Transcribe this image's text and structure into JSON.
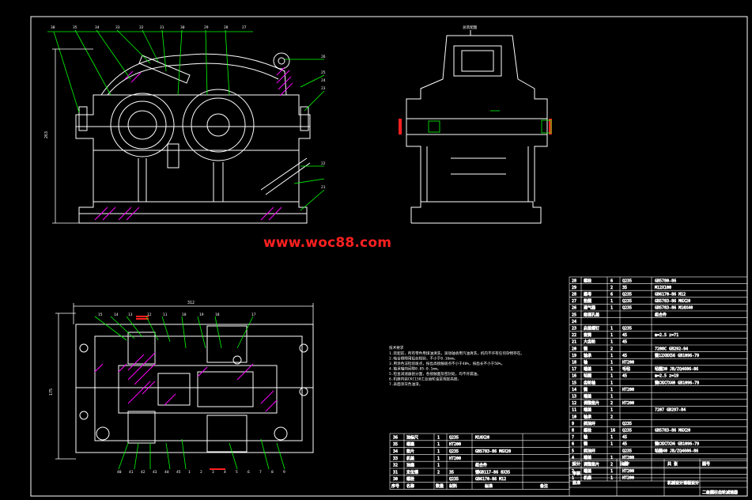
{
  "watermark": "www.woc88.com",
  "colors": {
    "background": "#000000",
    "outline": "#ffffff",
    "annotation": "#00ff00",
    "hatch": "#ff00ff",
    "center": "#ff0000",
    "watermark": "#ff2020"
  },
  "front_view": {
    "leaders": [
      "30",
      "35",
      "34",
      "33",
      "32",
      "31",
      "30",
      "29",
      "28",
      "27",
      "26",
      "25",
      "24",
      "23",
      "22",
      "21"
    ],
    "height_dim": "263"
  },
  "side_view": {
    "title": "总装配图"
  },
  "top_view": {
    "width_dim": "312",
    "height_dim": "175",
    "labels_top": [
      "15",
      "14",
      "13",
      "12",
      "11",
      "10",
      "19",
      "18",
      "17"
    ],
    "labels_bottom": [
      "40",
      "41",
      "42",
      "43",
      "44",
      "45",
      "1",
      "2",
      "3",
      "4",
      "5",
      "6",
      "7",
      "8",
      "9"
    ]
  },
  "notes": {
    "title": "技术要求",
    "lines": [
      "1.装配前，所有零件用煤油清洗，滚动轴承用汽油清洗，机内不许有任何杂物存在。",
      "2.啮合侧隙用铅丝检验，不小于0.16mm。",
      "3.用涂色法检验斑点，按齿高接触斑点不小于40%，按齿长不小于50%。",
      "4.轴承轴向间隙0.05-0.1mm。",
      "5.检查减速器剖分面，各接触面及密封处，均不许漏油。",
      "6.机座内装CKC150工业齿轮油至规定高度。",
      "7.表面涂灰色油漆。"
    ]
  },
  "bom_right": [
    {
      "no": "28",
      "name": "螺栓",
      "qty": "6",
      "mat": "Q235",
      "std": "GB5780-86"
    },
    {
      "no": "29",
      "name": "",
      "qty": "2",
      "mat": "35",
      "std": "M12X100"
    },
    {
      "no": "28",
      "name": "螺母",
      "qty": "6",
      "mat": "Q235",
      "std": "GB6170-86 M12"
    },
    {
      "no": "27",
      "name": "垫圈",
      "qty": "1",
      "mat": "Q235",
      "std": "GB5783-86 M6X20"
    },
    {
      "no": "26",
      "name": "通气器",
      "qty": "1",
      "mat": "Q235",
      "std": "GB5783-86 M10X40"
    },
    {
      "no": "25",
      "name": "窥视孔盖",
      "qty": "",
      "mat": "",
      "std": "组合件"
    },
    {
      "no": "24",
      "name": "",
      "qty": "",
      "mat": "",
      "std": ""
    },
    {
      "no": "23",
      "name": "启盖螺钉",
      "qty": "1",
      "mat": "Q235",
      "std": ""
    },
    {
      "no": "22",
      "name": "套筒",
      "qty": "1",
      "mat": "45",
      "std": "m=2.5 z=71"
    },
    {
      "no": "21",
      "name": "大齿轮",
      "qty": "1",
      "mat": "45",
      "std": ""
    },
    {
      "no": "20",
      "name": "键",
      "qty": "2",
      "mat": "",
      "std": "7208C GB292-94"
    },
    {
      "no": "19",
      "name": "轴承",
      "qty": "1",
      "mat": "45",
      "std": "键12X8X56 GB1096-79"
    },
    {
      "no": "18",
      "name": "轴",
      "qty": "1",
      "mat": "HT200",
      "std": ""
    },
    {
      "no": "17",
      "name": "端盖",
      "qty": "1",
      "mat": "毛毡",
      "std": "毡圈30 JB/ZQ4606-86"
    },
    {
      "no": "16",
      "name": "毡圈",
      "qty": "1",
      "mat": "45",
      "std": "m=2.5 z=19"
    },
    {
      "no": "15",
      "name": "齿轮轴",
      "qty": "1",
      "mat": "",
      "std": "键C8X7X40 GB1096-79"
    },
    {
      "no": "14",
      "name": "键",
      "qty": "1",
      "mat": "HT200",
      "std": ""
    },
    {
      "no": "13",
      "name": "端盖",
      "qty": "1",
      "mat": "",
      "std": ""
    },
    {
      "no": "12",
      "name": "调整垫片",
      "qty": "2",
      "mat": "HT200",
      "std": ""
    },
    {
      "no": "11",
      "name": "端盖",
      "qty": "1",
      "mat": "",
      "std": "7207 GB297-84"
    },
    {
      "no": "10",
      "name": "轴承",
      "qty": "2",
      "mat": "",
      "std": ""
    },
    {
      "no": "9",
      "name": "挡油环",
      "qty": "",
      "mat": "Q235",
      "std": ""
    },
    {
      "no": "8",
      "name": "螺栓",
      "qty": "16",
      "mat": "Q235",
      "std": "GB5783-86 M6X20"
    },
    {
      "no": "7",
      "name": "轴",
      "qty": "1",
      "mat": "45",
      "std": ""
    },
    {
      "no": "6",
      "name": "键",
      "qty": "1",
      "mat": "45",
      "std": "键C8X7X36 GB1096-79"
    },
    {
      "no": "5",
      "name": "挡油环",
      "qty": "",
      "mat": "Q235",
      "std": "毡圈40 JB/ZQ4606-86"
    },
    {
      "no": "4",
      "name": "端盖",
      "qty": "1",
      "mat": "HT200",
      "std": ""
    },
    {
      "no": "3",
      "name": "调整垫片",
      "qty": "2",
      "mat": "08F",
      "std": ""
    },
    {
      "no": "2",
      "name": "端盖",
      "qty": "1",
      "mat": "HT200",
      "std": ""
    },
    {
      "no": "1",
      "name": "机座",
      "qty": "1",
      "mat": "HT200",
      "std": ""
    }
  ],
  "bom_left": [
    {
      "no": "36",
      "name": "油标尺",
      "qty": "1",
      "mat": "Q235",
      "std": "M10X20"
    },
    {
      "no": "35",
      "name": "螺塞",
      "qty": "1",
      "mat": "HT200",
      "std": ""
    },
    {
      "no": "34",
      "name": "垫片",
      "qty": "1",
      "mat": "Q235",
      "std": "GB5783-86 M6X20"
    },
    {
      "no": "33",
      "name": "机盖",
      "qty": "1",
      "mat": "HT200",
      "std": ""
    },
    {
      "no": "32",
      "name": "油塞",
      "qty": "1",
      "mat": "",
      "std": "组合件"
    },
    {
      "no": "31",
      "name": "定位销",
      "qty": "2",
      "mat": "35",
      "std": "销GB117-86 8X35"
    },
    {
      "no": "30",
      "name": "螺栓",
      "qty": "",
      "mat": "Q235",
      "std": "GB6170-86 M12"
    }
  ],
  "bom_left_header": {
    "no": "序号",
    "name": "名称",
    "qty": "数量",
    "mat": "材料",
    "std": "标准",
    "note": "备注"
  },
  "title_block": {
    "design": "设计",
    "check": "审核",
    "approve": "批准",
    "scale_label": "比例",
    "sheet_label": "共 张",
    "drawing_no": "图号",
    "school": "机械设计课程设计",
    "title": "二级圆柱齿轮减速器"
  }
}
